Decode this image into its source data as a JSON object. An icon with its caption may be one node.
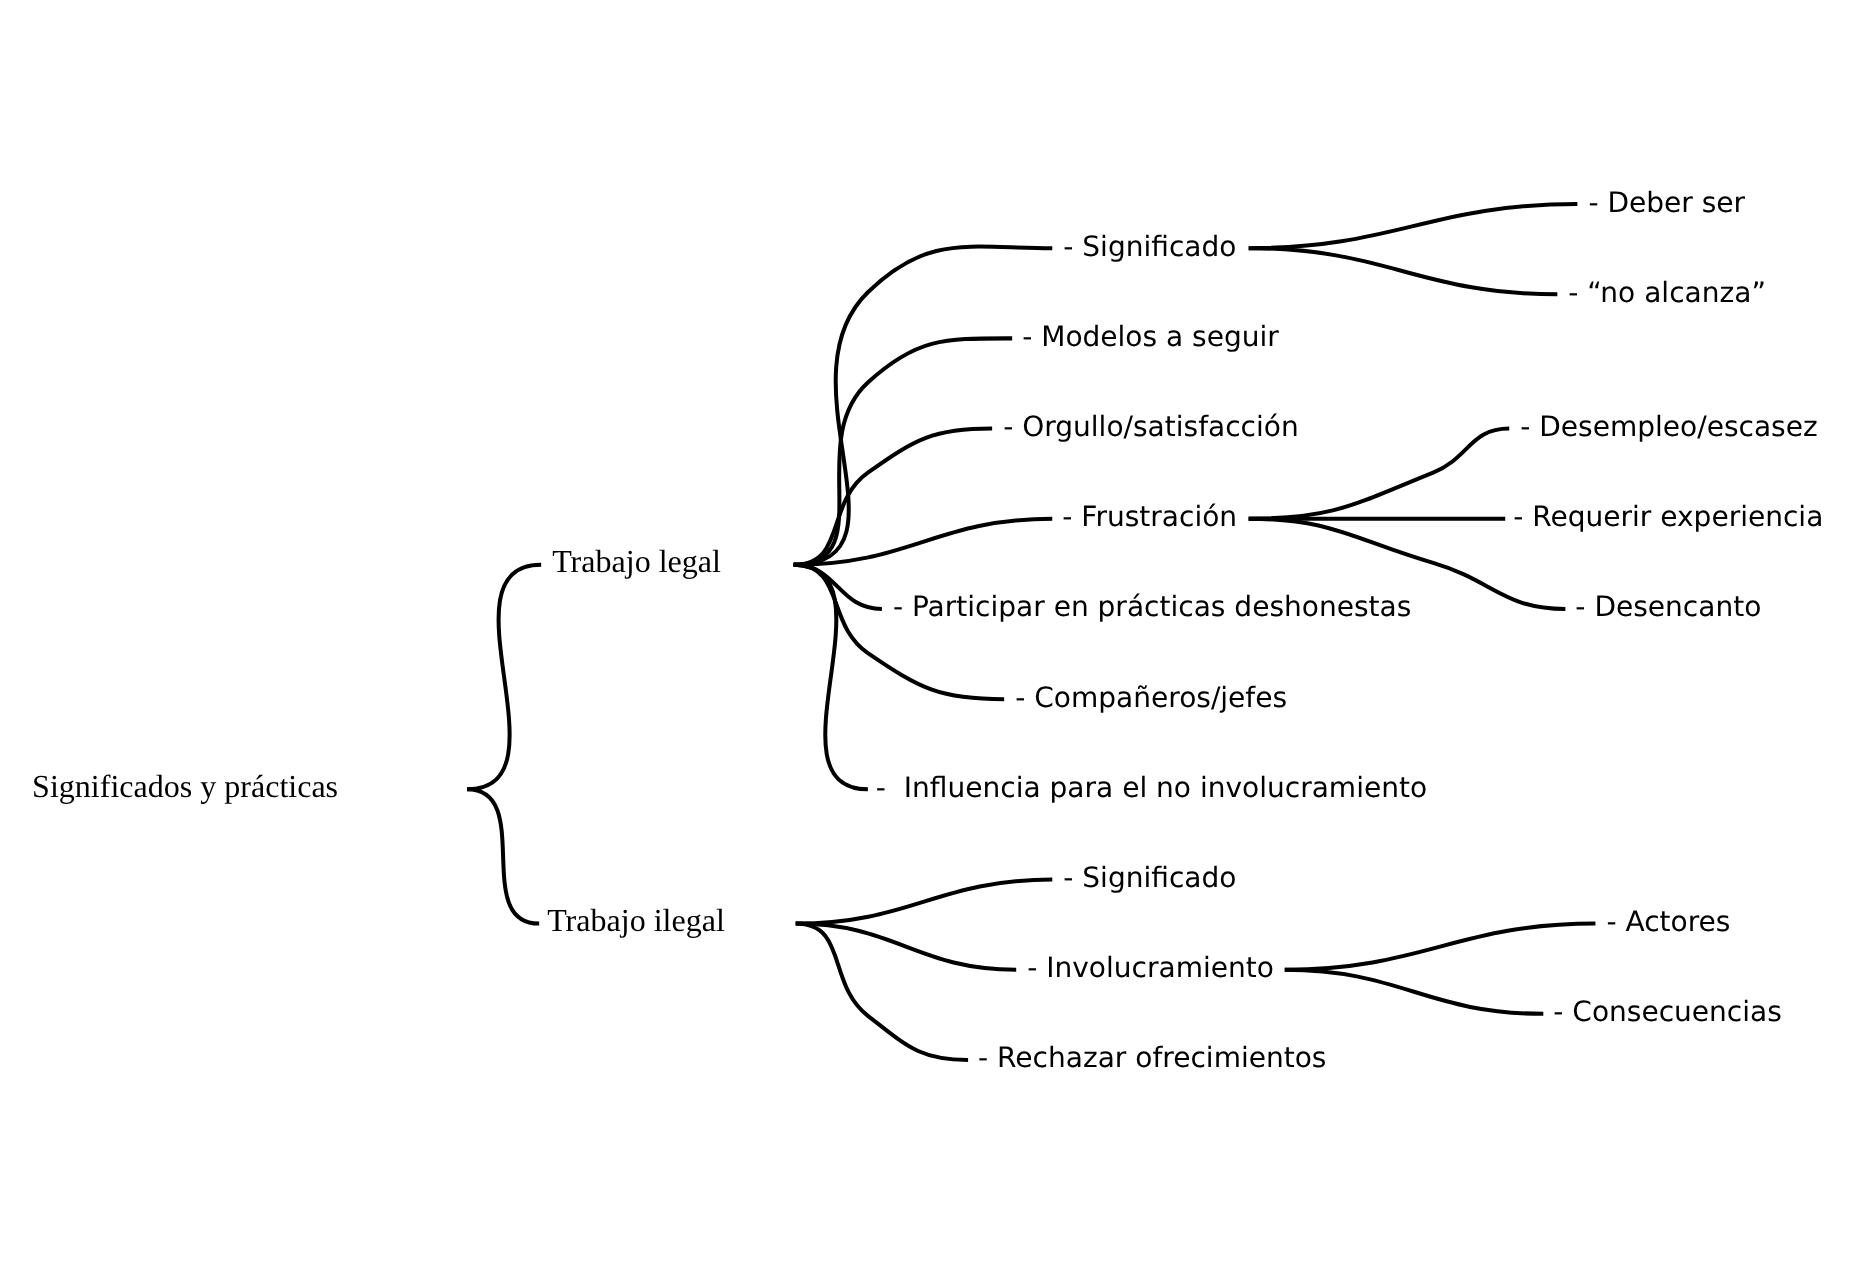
{
  "diagram": {
    "nodes": [
      {
        "text": [
          "Significados y prácticas"
        ]
      },
      {
        "text": [
          "Trabajo legal"
        ]
      },
      {
        "text": [
          "- Significado"
        ]
      },
      {
        "text": [
          "- Deber ser"
        ]
      },
      {
        "text": [
          "- “no alcanza”"
        ]
      },
      {
        "text": [
          "- Modelos a seguir"
        ]
      },
      {
        "text": [
          "- Orgullo/satisfacción"
        ]
      },
      {
        "text": [
          "- Frustración"
        ]
      },
      {
        "text": [
          "- Desempleo/escasez"
        ]
      },
      {
        "text": [
          "- Requerir experiencia"
        ]
      },
      {
        "text": [
          "- Desencanto"
        ]
      },
      {
        "text": [
          "- Participar en prácticas deshonestas"
        ]
      },
      {
        "text": [
          "- Compañeros/jefes"
        ]
      },
      {
        "text": [
          "-  Influencia para el no involucramiento"
        ]
      },
      {
        "text": [
          "Trabajo ilegal"
        ]
      },
      {
        "text": [
          "- Significado"
        ]
      },
      {
        "text": [
          "- Involucramiento"
        ]
      },
      {
        "text": [
          "- Actores"
        ]
      },
      {
        "text": [
          "- Consecuencias"
        ]
      },
      {
        "text": [
          "- Rechazar ofrecimientos"
        ]
      }
    ],
    "edges": [
      {
        "from": 0,
        "to": 1,
        "arrow": "none"
      },
      {
        "from": 0,
        "to": 14,
        "arrow": "none"
      },
      {
        "from": 1,
        "to": 2,
        "arrow": "none"
      },
      {
        "from": 2,
        "to": 3,
        "arrow": "none"
      },
      {
        "from": 2,
        "to": 4,
        "arrow": "none"
      },
      {
        "from": 1,
        "to": 5,
        "arrow": "none"
      },
      {
        "from": 1,
        "to": 6,
        "arrow": "none"
      },
      {
        "from": 1,
        "to": 7,
        "arrow": "none"
      },
      {
        "from": 7,
        "to": 8,
        "arrow": "none"
      },
      {
        "from": 7,
        "to": 9,
        "arrow": "none"
      },
      {
        "from": 7,
        "to": 10,
        "arrow": "none"
      },
      {
        "from": 1,
        "to": 11,
        "arrow": "none"
      },
      {
        "from": 1,
        "to": 12,
        "arrow": "none"
      },
      {
        "from": 1,
        "to": 13,
        "arrow": "none"
      },
      {
        "from": 14,
        "to": 15,
        "arrow": "none"
      },
      {
        "from": 14,
        "to": 16,
        "arrow": "none"
      },
      {
        "from": 16,
        "to": 17,
        "arrow": "none"
      },
      {
        "from": 16,
        "to": 18,
        "arrow": "none"
      },
      {
        "from": 14,
        "to": 19,
        "arrow": "none"
      }
    ]
  }
}
